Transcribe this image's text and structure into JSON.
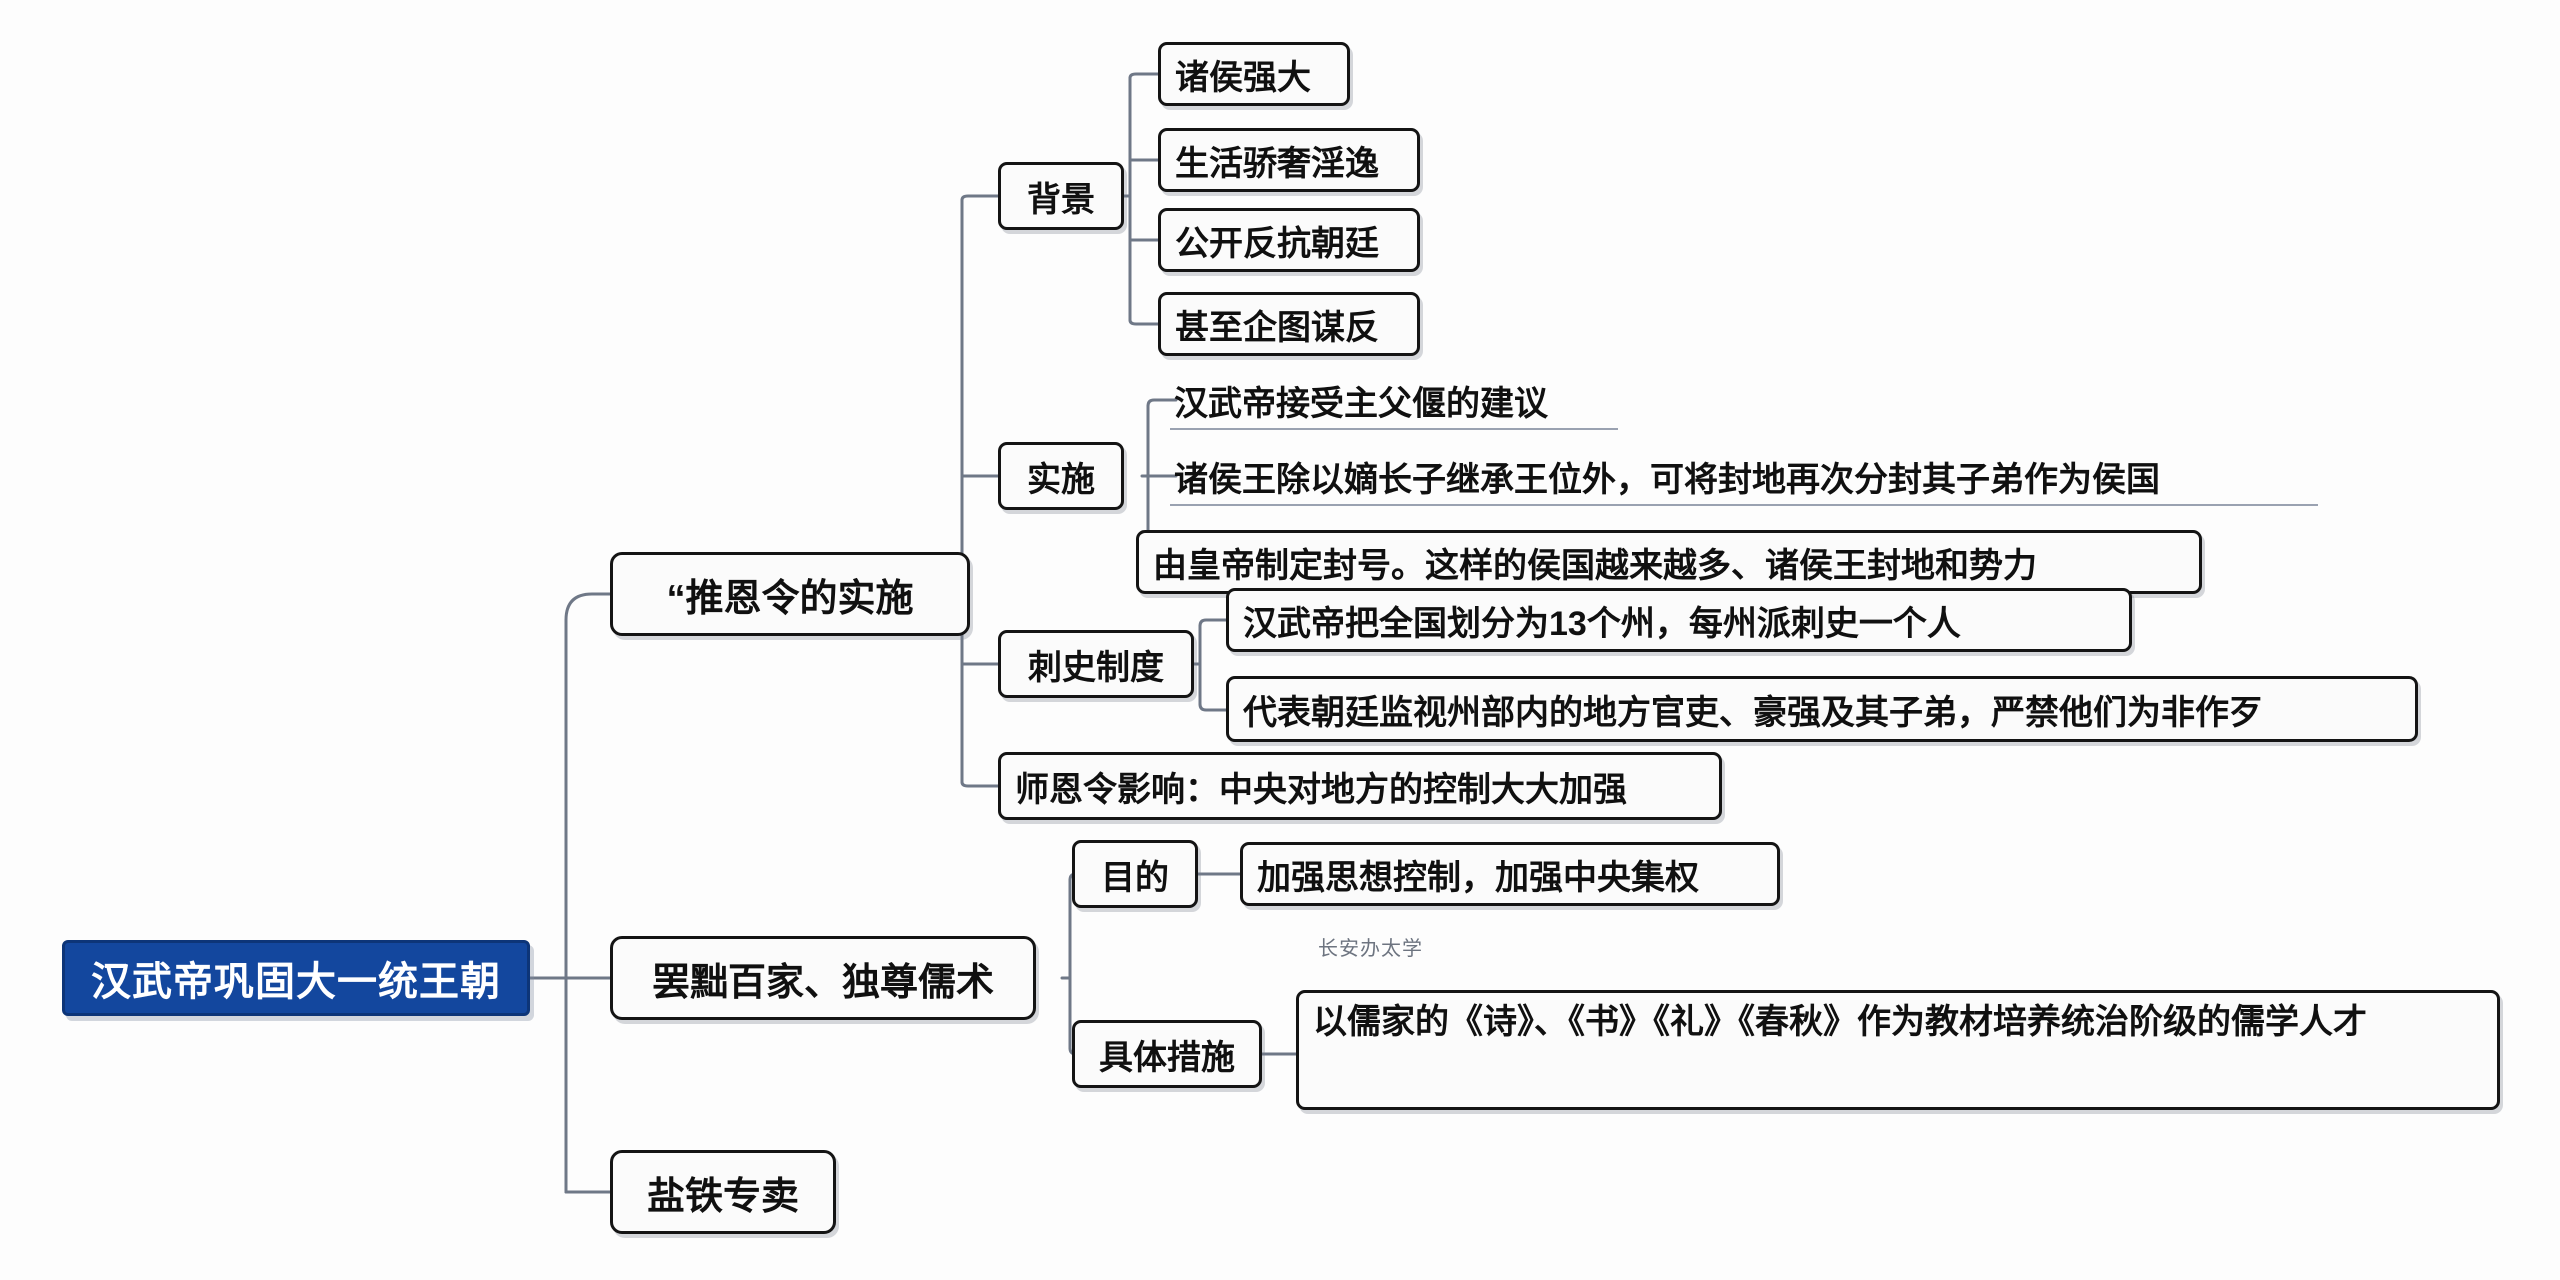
{
  "diagram": {
    "type": "mindmap",
    "title": "汉武帝巩固大一统王朝",
    "colors": {
      "root_fill": "#13479e",
      "root_text": "#ffffff",
      "node_fill": "#fbfbfb",
      "node_border": "#141414",
      "connector": "#6f7887",
      "note_text": "#6d7480",
      "canvas": "#fdfdfd"
    }
  },
  "root": {
    "label": "汉武帝巩固大一统王朝"
  },
  "branches": [
    {
      "id": "tuienling",
      "label": "“推恩令的实施",
      "children": [
        {
          "id": "beijing",
          "label": "背景",
          "children": [
            {
              "label": "诸侯强大",
              "style": "box"
            },
            {
              "label": "生活骄奢淫逸",
              "style": "box"
            },
            {
              "label": "公开反抗朝廷",
              "style": "box"
            },
            {
              "label": "甚至企图谋反",
              "style": "box"
            }
          ]
        },
        {
          "id": "shishi",
          "label": "实施",
          "children": [
            {
              "label": "汉武帝接受主父偃的建议",
              "style": "bare"
            },
            {
              "label": "诸侯王除以嫡长子继承王位外，可将封地再次分封其子弟作为侯国",
              "style": "bare"
            },
            {
              "label": "由皇帝制定封号。这样的侯国越来越多、诸侯王封地和势力",
              "style": "box"
            }
          ]
        },
        {
          "id": "cishi",
          "label": "刺史制度",
          "children": [
            {
              "label": "汉武帝把全国划分为13个州，每州派刺史一个人",
              "style": "box"
            },
            {
              "label": "代表朝廷监视州部内的地方官吏、豪强及其子弟，严禁他们为非作歹",
              "style": "box"
            }
          ]
        },
        {
          "id": "yingxiang",
          "label": "师恩令影响：中央对地方的控制大大加强",
          "style": "box",
          "children": []
        }
      ]
    },
    {
      "id": "bachu",
      "label": "罢黜百家、独尊儒术",
      "children": [
        {
          "id": "mudi",
          "label": "目的",
          "children": [
            {
              "label": "加强思想控制，加强中央集权",
              "style": "box"
            }
          ]
        },
        {
          "id": "cuoshi",
          "label": "具体措施",
          "children": [
            {
              "label": "以儒家的《诗》、《书》《礼》《春秋》作为教材培养统治阶级的儒学人才",
              "style": "box"
            }
          ]
        }
      ]
    },
    {
      "id": "yantie",
      "label": "盐铁专卖",
      "children": []
    }
  ],
  "annotations": [
    {
      "id": "changan",
      "label": "长安办太学"
    }
  ]
}
